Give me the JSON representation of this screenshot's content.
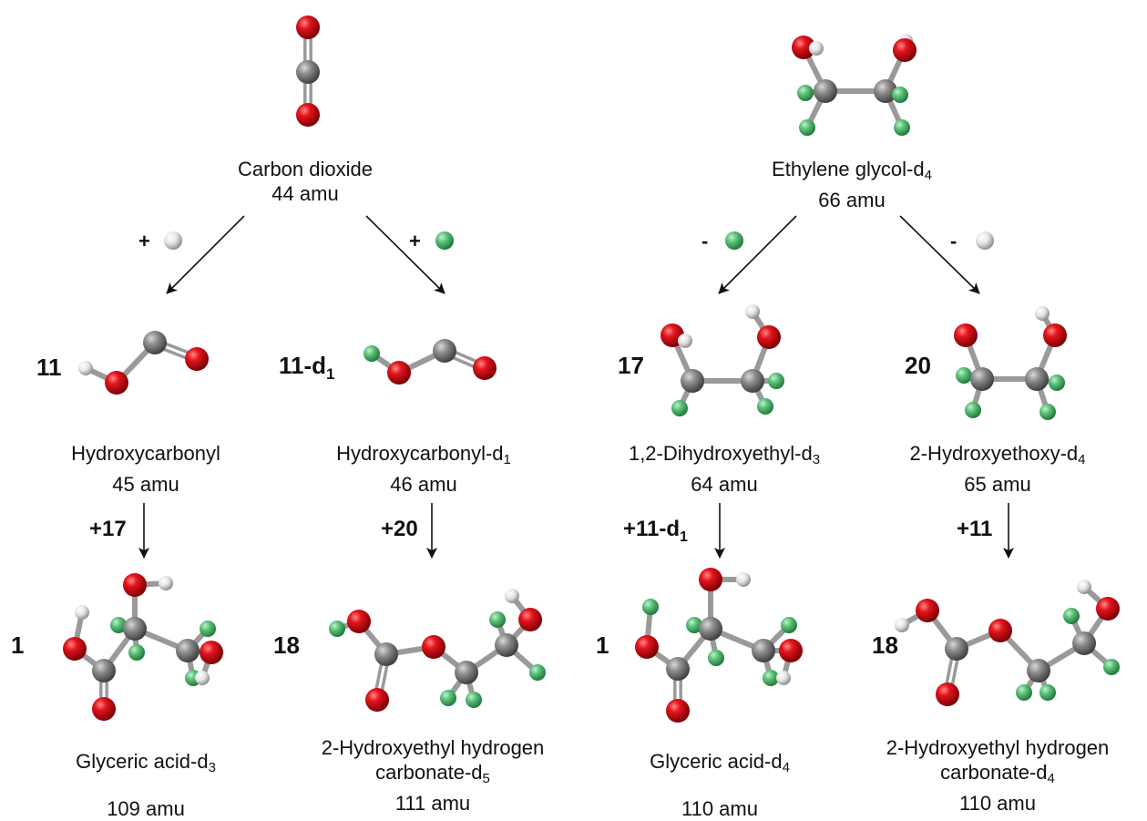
{
  "colors": {
    "oxygen": "#e3141c",
    "carbon": "#8c8c8c",
    "hydrogen": "#e8e8e8",
    "deuterium": "#5cc27a",
    "bond": "#9a9a9a",
    "arrow": "#111111"
  },
  "atom_legend": {
    "oxygen": "oxygen-atom",
    "carbon": "carbon-atom",
    "hydrogen": "hydrogen-atom",
    "deuterium": "deuterium-atom"
  },
  "reactants": {
    "co2": {
      "name": "Carbon dioxide",
      "mass": "44 amu"
    },
    "glycol": {
      "name": "Ethylene glycol-d",
      "sub": "4",
      "mass": "66 amu"
    }
  },
  "additions": {
    "plus_h": "+",
    "plus_d": "+",
    "minus_d": "-",
    "minus_h": "-"
  },
  "intermediates": [
    {
      "id": "11",
      "sub": "",
      "name": "Hydroxycarbonyl",
      "name_sub": "",
      "mass": "45 amu"
    },
    {
      "id": "11-d",
      "sub": "1",
      "name": "Hydroxycarbonyl-d",
      "name_sub": "1",
      "mass": "46 amu"
    },
    {
      "id": "17",
      "sub": "",
      "name": "1,2-Dihydroxyethyl-d",
      "name_sub": "3",
      "mass": "64 amu"
    },
    {
      "id": "20",
      "sub": "",
      "name": "2-Hydroxyethoxy-d",
      "name_sub": "4",
      "mass": "65 amu"
    }
  ],
  "recombinations": [
    {
      "label": "+17",
      "sub": ""
    },
    {
      "label": "+20",
      "sub": ""
    },
    {
      "label": "+11-d",
      "sub": "1"
    },
    {
      "label": "+11",
      "sub": ""
    }
  ],
  "products": [
    {
      "id": "1",
      "name": "Glyceric acid-d",
      "name_sub": "3",
      "line2": "",
      "line2_sub": "",
      "mass": "109 amu"
    },
    {
      "id": "18",
      "name": "2-Hydroxyethyl hydrogen",
      "name_sub": "",
      "line2": "carbonate-d",
      "line2_sub": "5",
      "mass": "111  amu"
    },
    {
      "id": "1",
      "name": "Glyceric acid-d",
      "name_sub": "4",
      "line2": "",
      "line2_sub": "",
      "mass": "110 amu"
    },
    {
      "id": "18",
      "name": "2-Hydroxyethyl hydrogen",
      "name_sub": "",
      "line2": "carbonate-d",
      "line2_sub": "4",
      "mass": "110 amu"
    }
  ]
}
